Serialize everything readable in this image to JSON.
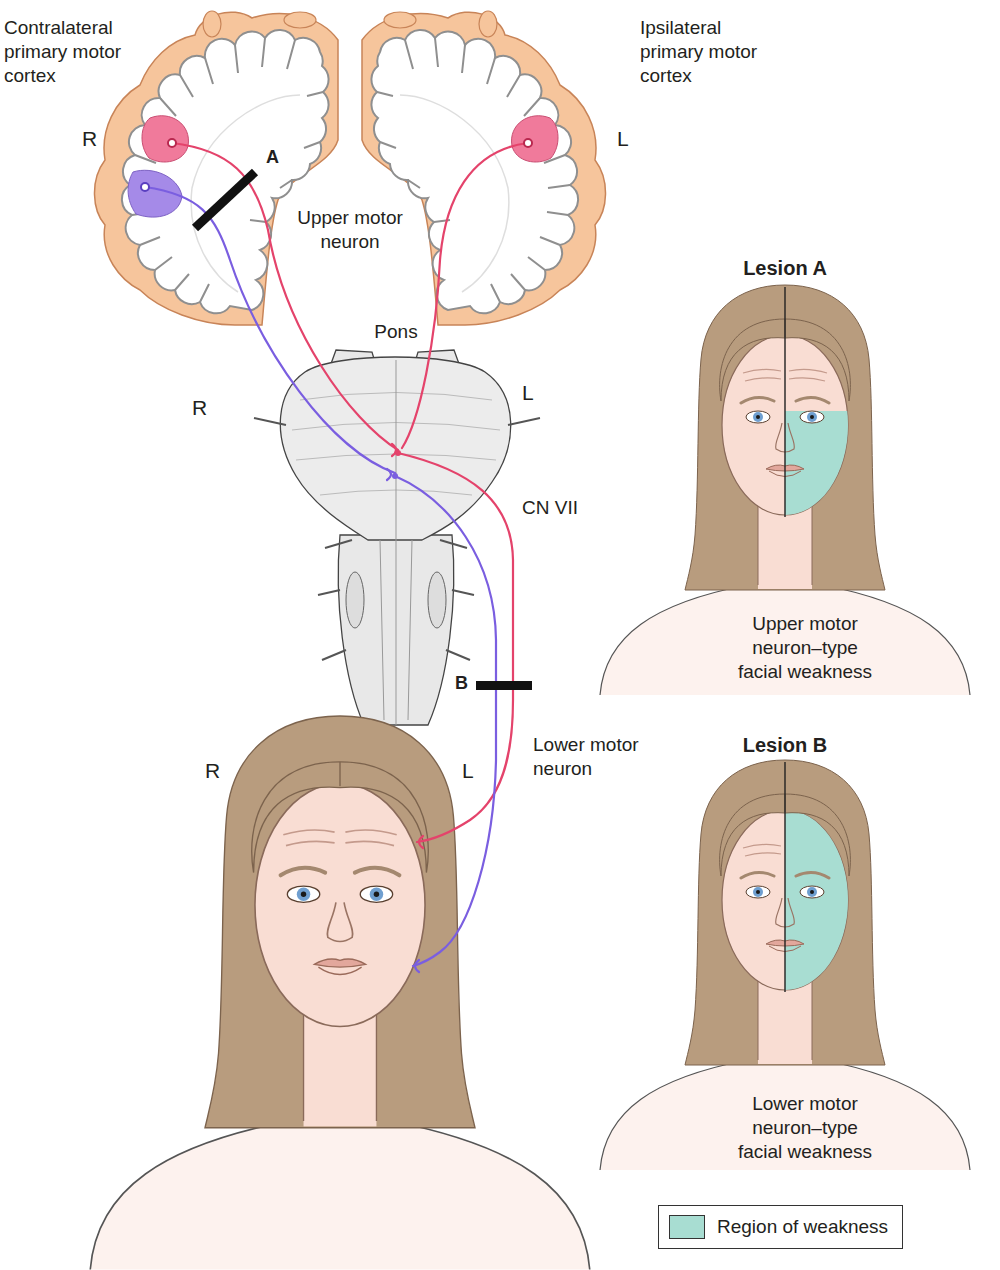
{
  "diagram": {
    "labels": [
      "Contralateral primary motor cortex",
      "Ipsilateral primary motor cortex",
      "R",
      "L",
      "A",
      "Upper motor neuron",
      "Pons",
      "R",
      "L",
      "Lesion A",
      "CN VII",
      "Upper motor neuron–type facial weakness",
      "B",
      "Lower motor neuron",
      "R",
      "L",
      "Lesion B",
      "Lower motor neuron–type facial weakness"
    ],
    "legend": [
      {
        "text": "Region of weakness",
        "color": "#a8ddd2"
      }
    ]
  }
}
